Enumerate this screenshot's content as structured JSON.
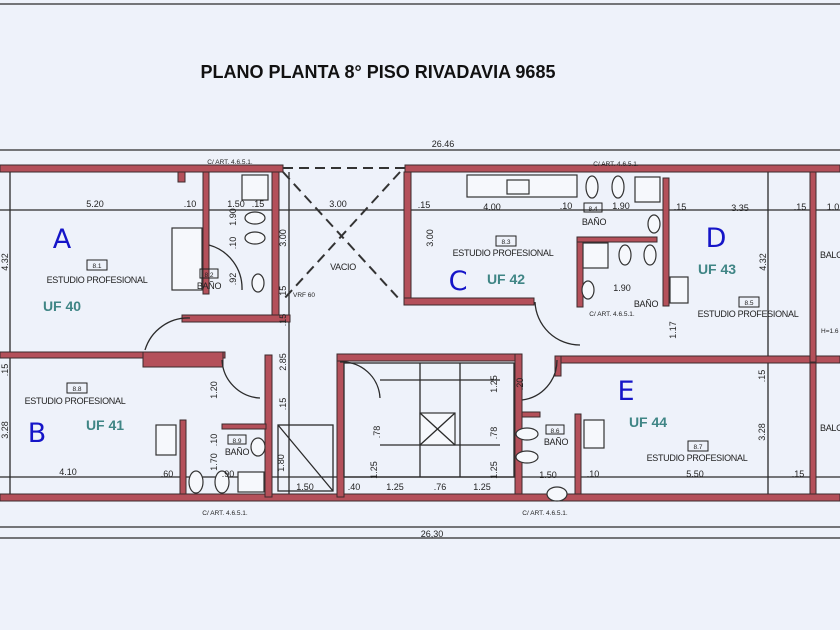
{
  "title": "PLANO PLANTA 8° PISO RIVADAVIA 9685",
  "overall_dims": {
    "top": "26.46",
    "bottom": "26,30"
  },
  "code_ref": "C/ ART. 4.6.5.1.",
  "colors": {
    "wall": "#b4505a",
    "unit_letter": "#1515c8",
    "uf_label": "#3f8585"
  },
  "units": [
    {
      "letter": "A",
      "uf": "UF 40",
      "room_no": "8.1",
      "room": "ESTUDIO PROFESIONAL"
    },
    {
      "letter": "B",
      "uf": "UF 41",
      "room_no": "8.8",
      "room": "ESTUDIO PROFESIONAL"
    },
    {
      "letter": "C",
      "uf": "UF 42",
      "room_no": "8.3",
      "room": "ESTUDIO PROFESIONAL"
    },
    {
      "letter": "D",
      "uf": "UF 43",
      "room_no": "8.5",
      "room": "ESTUDIO PROFESIONAL"
    },
    {
      "letter": "E",
      "uf": "UF 44",
      "room_no": "8.7",
      "room": "ESTUDIO PROFESIONAL"
    }
  ],
  "baths": [
    {
      "room_no": "8.2",
      "room": "BAÑO"
    },
    {
      "room_no": "8.4",
      "room": "BAÑO"
    },
    {
      "room_no": "8.9",
      "room": "BAÑO"
    },
    {
      "room_no": "8.6",
      "room": "BAÑO"
    },
    {
      "room": "BAÑO"
    }
  ],
  "vacio": "VACIO",
  "vrf": "VRF 60",
  "balcony": "BALC",
  "height_note": "H=1.6",
  "dims": [
    "5.20",
    ".10",
    "1.50",
    ".15",
    "3.00",
    "4.32",
    "1.90",
    ".10",
    ".92",
    "3.00",
    ".15",
    ".15",
    ".15",
    "4.00",
    ".10",
    "1.90",
    "3.00",
    "1.90",
    ".15",
    "3.35",
    ".15",
    "1.0",
    "4.32",
    "1.17",
    ".15",
    "3.28",
    "4.10",
    "1.20",
    ".10",
    "1.70",
    ".60",
    ".90",
    "2.85",
    ".15",
    "1.80",
    "1.50",
    ".40",
    "1.25",
    ".76",
    "1.25",
    "1.25",
    ".78",
    "1.25",
    ".20",
    ".78",
    "1.25",
    "1.50",
    ".10",
    "5.50",
    ".15",
    "3.28",
    ".15"
  ]
}
